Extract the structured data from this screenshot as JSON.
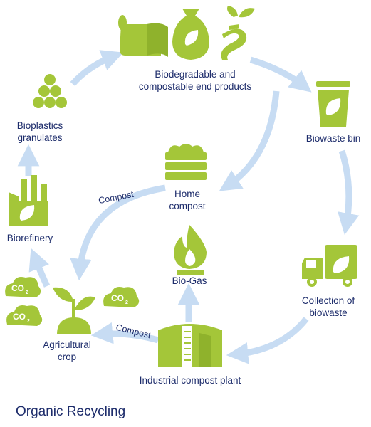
{
  "colors": {
    "icon_green": "#a4c639",
    "arrow_blue": "#c7dcf3",
    "text_navy": "#1d2c6b"
  },
  "title": "Organic Recycling",
  "nodes": {
    "end_products": "Biodegradable and\ncompostable end products",
    "biowaste_bin": "Biowaste bin",
    "collection": "Collection of\nbiowaste",
    "industrial_plant": "Industrial compost plant",
    "agri_crop": "Agricultural\ncrop",
    "biorefinery": "Biorefinery",
    "granulates": "Bioplastics\ngranulates",
    "home_compost": "Home\ncompost",
    "biogas": "Bio-Gas"
  },
  "arrow_labels": {
    "compost_upper": "Compost",
    "compost_lower": "Compost"
  },
  "co2": {
    "main": "CO",
    "sub": "2"
  },
  "icons": [
    "film-roll-icon",
    "sack-icon",
    "sprout-ribbon-icon",
    "bin-icon",
    "truck-icon",
    "compost-tank-icon",
    "plant-icon",
    "co2-cloud-icon",
    "factory-icon",
    "granules-icon",
    "compost-box-icon",
    "flame-icon"
  ]
}
